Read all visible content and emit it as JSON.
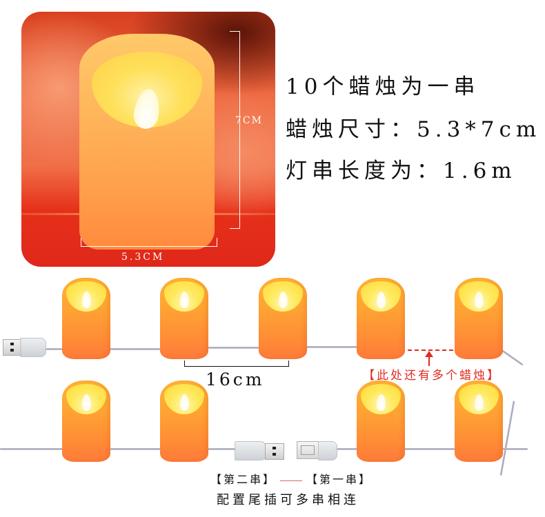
{
  "hero": {
    "height_label": "7CM",
    "width_label": "5.3CM"
  },
  "specs": {
    "line1": "10个蜡烛为一串",
    "line2": "蜡烛尺寸：5.3*7cm",
    "line3": "灯串长度为：1.6m"
  },
  "diagram": {
    "spacing_label": "16cm",
    "more_candles_note": "【此处还有多个蜡烛】",
    "second_string_label": "【第二串】",
    "first_string_label": "【第一串】",
    "config_note": "配置尾插可多串相连"
  },
  "colors": {
    "annotation_red": "#e02a20",
    "candle_orange": "#ff9a35",
    "text_dark": "#111111"
  }
}
